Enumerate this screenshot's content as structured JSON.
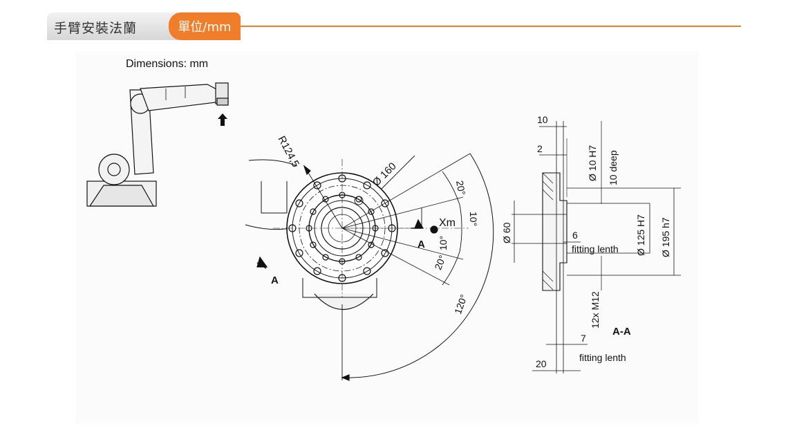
{
  "header": {
    "title": "手臂安裝法蘭",
    "unit": "單位/mm"
  },
  "colors": {
    "accent": "#f07d2a",
    "tab_bg": "#dcdcdc",
    "line": "#111111"
  },
  "robot": {
    "caption": "Dimensions: mm"
  },
  "flange_front": {
    "radius_label": "R124,5",
    "bolt_circle_label": "Ø 160",
    "angle_20_top": "20°",
    "angle_10_top": "10°",
    "xm_label": "Xm",
    "angle_10_bottom": "10°",
    "angle_20_bottom": "20°",
    "angle_120": "120°",
    "section_mark_right": "A",
    "section_mark_left": "A"
  },
  "section_view": {
    "dim_10_top": "10",
    "dim_2": "2",
    "hole_label": "Ø 10 H7",
    "depth_label": "10 deep",
    "dia_60": "Ø 60",
    "dim_6": "6",
    "fitting_label_1": "fitting lenth",
    "dia_125": "Ø 125 H7",
    "dia_195": "Ø 195 h7",
    "thread_label": "12x M12",
    "dim_7": "7",
    "section_title": "A-A",
    "fitting_label_2": "fitting lenth",
    "dim_20": "20"
  }
}
